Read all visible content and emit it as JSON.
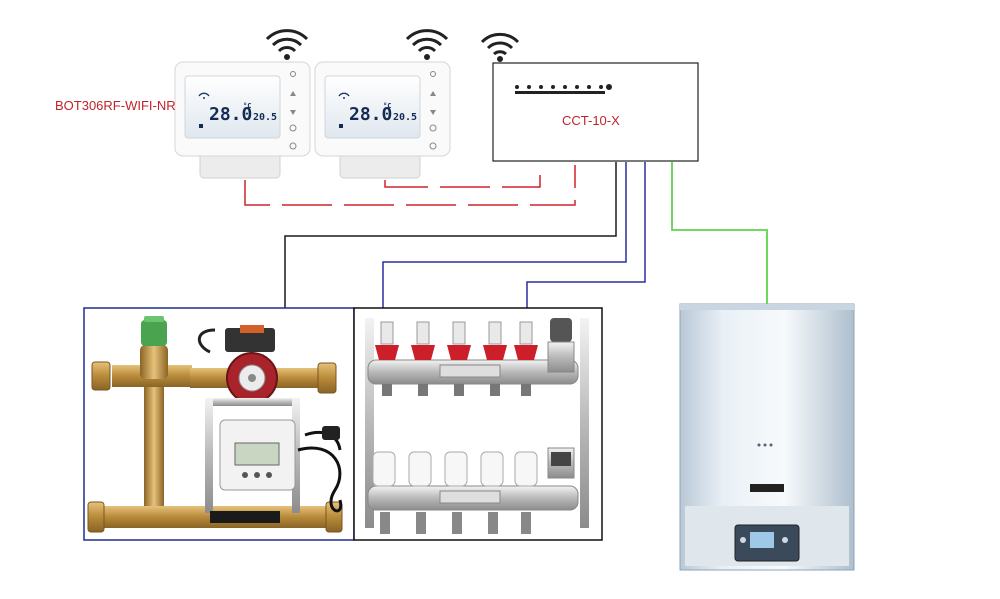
{
  "thermostat_model": "BOT306RF-WIFI-NR",
  "controller_model": "CCT-10-X",
  "thermostat_display": {
    "room_temp": "28.0",
    "room_unit": "°C",
    "set_temp": "20.5"
  },
  "colors": {
    "rf_link": "#d0242a",
    "black_wire": "#1a1a1a",
    "blue_wire": "#2a2f9e",
    "green_wire": "#5ed44a",
    "label_red": "#c0242a",
    "box_blue": "#1f2d8c"
  }
}
